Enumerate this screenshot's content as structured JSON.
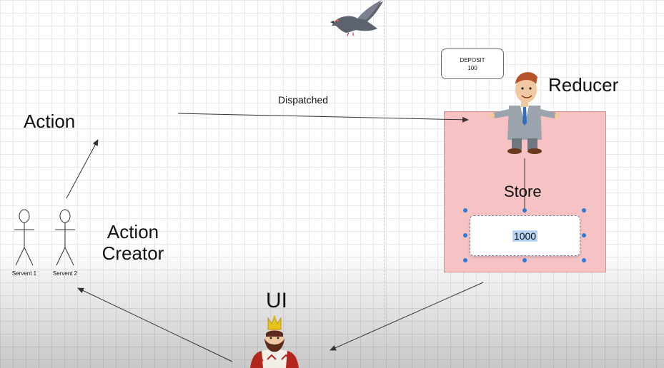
{
  "diagram": {
    "dispatched_label": "Dispatched",
    "action_label": "Action",
    "action_creator_label_line1": "Action",
    "action_creator_label_line2": "Creator",
    "reducer_label": "Reducer",
    "store_label": "Store",
    "ui_label": "UI",
    "servant1_label": "Servent 1",
    "servant2_label": "Servent 2",
    "deposit_line1": "DEPOSIT",
    "deposit_line2": "100",
    "store_value": "1000"
  },
  "colors": {
    "store_fill": "#f7c2c4",
    "selection_handle": "#2b7bd8",
    "text_selection": "#b8d4f7"
  },
  "icons": [
    "pigeon-icon",
    "businessman-reducer-icon",
    "king-icon",
    "stick-figure-icon"
  ]
}
